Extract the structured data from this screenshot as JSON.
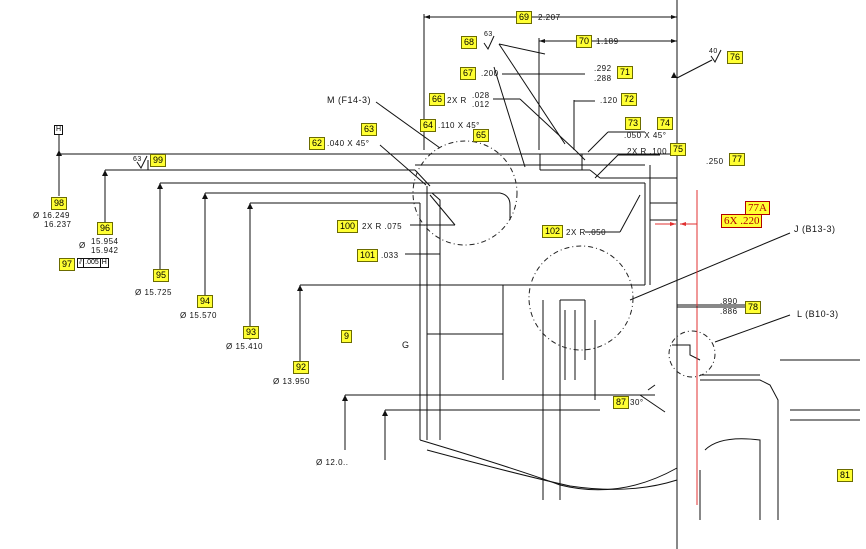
{
  "balloons": {
    "b69": "69",
    "b68": "68",
    "b70": "70",
    "b67": "67",
    "b71": "71",
    "b72": "72",
    "b66": "66",
    "b76": "76",
    "b64": "64",
    "b63": "63",
    "b65": "65",
    "b73": "73",
    "b74": "74",
    "b62": "62",
    "b75": "75",
    "b77": "77",
    "b99": "99",
    "b98": "98",
    "b100": "100",
    "b102": "102",
    "b96": "96",
    "b97": "97",
    "b101": "101",
    "b95": "95",
    "b94": "94",
    "b78": "78",
    "b93": "93",
    "b92": "92",
    "b87": "87",
    "b81": "81",
    "b9": "9"
  },
  "red_balloons": {
    "b77a": "77A",
    "b6x": "6X .220"
  },
  "dims": {
    "d69": "2.207",
    "d70": "1.189",
    "d67": ".200",
    "d71a": ".292",
    "d71b": ".288",
    "d72": ".120",
    "d66": "2X R",
    "d66a": ".028",
    "d66b": ".012",
    "d64": ".110 X 45°",
    "d62": ".040 X 45°",
    "d74": ".050 X 45°",
    "d75": "2X R .100",
    "d77": ".250",
    "d100": "2X R .075",
    "d102": "2X R .050",
    "d101": ".033",
    "d98a": "Ø 16.249",
    "d98b": "16.237",
    "d96a": "15.954",
    "d96b": "15.942",
    "d96dia": "Ø",
    "d97": ".005",
    "d97ref": "H",
    "d95": "Ø 15.725",
    "d94": "Ø 15.570",
    "d93": "Ø 15.410",
    "d92": "Ø 13.950",
    "d78a": ".890",
    "d78b": ".886",
    "d87": "30°",
    "d12": "Ø 12.0..",
    "finish63a": "63",
    "finish63b": "63",
    "finish40": "40",
    "datumH": "H",
    "gdt": "⫽"
  },
  "views": {
    "m": "M  (F14-3)",
    "j": "J  (B13-3)",
    "l": "L  (B10-3)",
    "g": "G"
  }
}
